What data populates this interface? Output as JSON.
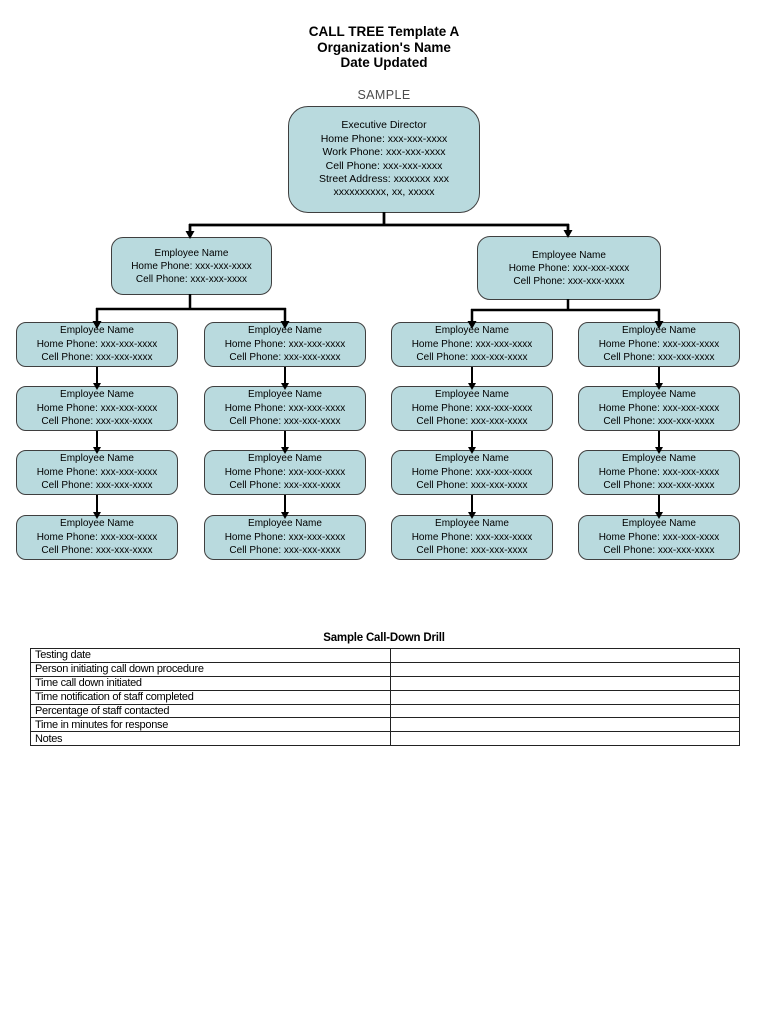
{
  "page": {
    "heading_lines": [
      "CALL TREE Template A",
      "Organization's Name",
      "Date Updated"
    ],
    "sample_label": "SAMPLE"
  },
  "colors": {
    "page_bg": "#ffffff",
    "box_fill": "#b9dade",
    "box_border": "#3f3f3f",
    "connector": "#000000",
    "sample_text": "#4c4c4c"
  },
  "tree": {
    "executive": {
      "lines": [
        "Executive Director",
        "Home Phone: xxx-xxx-xxxx",
        "Work Phone: xxx-xxx-xxxx",
        "Cell Phone: xxx-xxx-xxxx",
        "Street Address: xxxxxxx xxx",
        "xxxxxxxxxx, xx, xxxxx"
      ]
    },
    "employee": {
      "name": "Employee Name",
      "home_phone": "Home Phone: xxx-xxx-xxxx",
      "cell_phone": "Cell Phone: xxx-xxx-xxxx"
    }
  },
  "drill_table": {
    "title": "Sample Call-Down Drill",
    "rows": [
      {
        "label": "Testing date",
        "value": ""
      },
      {
        "label": "Person initiating call down procedure",
        "value": ""
      },
      {
        "label": "Time call down initiated",
        "value": ""
      },
      {
        "label": "Time notification of staff completed",
        "value": ""
      },
      {
        "label": "Percentage of staff contacted",
        "value": ""
      },
      {
        "label": "Time in minutes for response",
        "value": ""
      },
      {
        "label": "Notes",
        "value": ""
      }
    ]
  }
}
